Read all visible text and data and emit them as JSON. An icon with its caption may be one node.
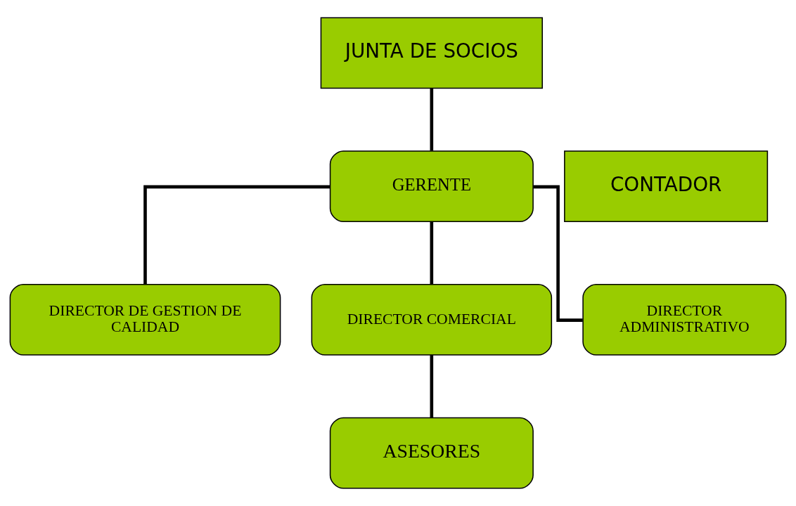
{
  "diagram": {
    "nodes": [
      {
        "text": [
          "JUNTA DE SOCIOS"
        ]
      },
      {
        "text": [
          "GERENTE"
        ]
      },
      {
        "text": [
          "CONTADOR"
        ]
      },
      {
        "text": [
          "DIRECTOR DE GESTION DE CALIDAD"
        ]
      },
      {
        "text": [
          "DIRECTOR COMERCIAL"
        ]
      },
      {
        "text": [
          "DIRECTOR ADMINISTRATIVO"
        ]
      },
      {
        "text": [
          "ASESORES"
        ]
      }
    ],
    "edges": [
      {
        "from": 0,
        "to": 1,
        "arrow": "none"
      },
      {
        "from": 1,
        "to": 3,
        "arrow": "none"
      },
      {
        "from": 1,
        "to": 4,
        "arrow": "none"
      },
      {
        "from": 1,
        "to": 5,
        "arrow": "none"
      },
      {
        "from": 4,
        "to": 6,
        "arrow": "none"
      }
    ]
  }
}
